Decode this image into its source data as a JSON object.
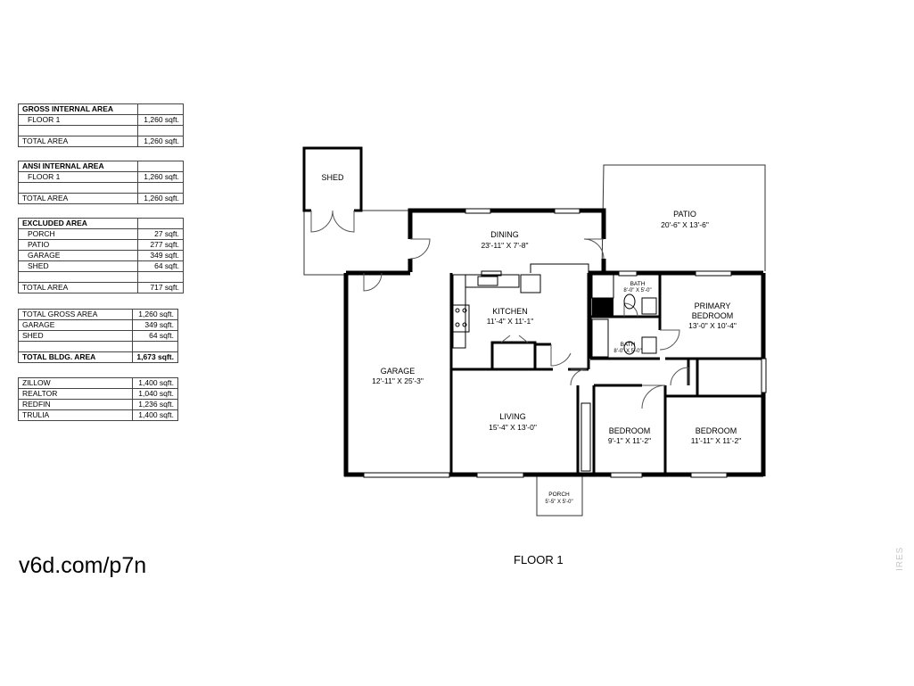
{
  "tables": [
    {
      "rows": [
        {
          "label": "GROSS INTERNAL AREA",
          "value": "",
          "kind": "hdr"
        },
        {
          "label": "FLOOR 1",
          "value": "1,260 sqft.",
          "kind": "sub"
        },
        {
          "label": "",
          "value": "",
          "kind": "blank"
        },
        {
          "label": "TOTAL AREA",
          "value": "1,260 sqft.",
          "kind": "plain"
        }
      ]
    },
    {
      "rows": [
        {
          "label": "ANSI INTERNAL AREA",
          "value": "",
          "kind": "hdr"
        },
        {
          "label": "FLOOR 1",
          "value": "1,260 sqft.",
          "kind": "sub"
        },
        {
          "label": "",
          "value": "",
          "kind": "blank"
        },
        {
          "label": "TOTAL AREA",
          "value": "1,260 sqft.",
          "kind": "plain"
        }
      ]
    },
    {
      "rows": [
        {
          "label": "EXCLUDED AREA",
          "value": "",
          "kind": "hdr"
        },
        {
          "label": "PORCH",
          "value": "27 sqft.",
          "kind": "sub"
        },
        {
          "label": "PATIO",
          "value": "277 sqft.",
          "kind": "sub"
        },
        {
          "label": "GARAGE",
          "value": "349 sqft.",
          "kind": "sub"
        },
        {
          "label": "SHED",
          "value": "64 sqft.",
          "kind": "sub"
        },
        {
          "label": "",
          "value": "",
          "kind": "blank"
        },
        {
          "label": "TOTAL AREA",
          "value": "717 sqft.",
          "kind": "plain"
        }
      ]
    },
    {
      "rows": [
        {
          "label": "TOTAL GROSS AREA",
          "value": "1,260 sqft.",
          "kind": "plain"
        },
        {
          "label": "GARAGE",
          "value": "349 sqft.",
          "kind": "plain"
        },
        {
          "label": "SHED",
          "value": "64 sqft.",
          "kind": "plain"
        },
        {
          "label": "",
          "value": "",
          "kind": "blank"
        },
        {
          "label": "TOTAL BLDG. AREA",
          "value": "1,673 sqft.",
          "kind": "bold"
        }
      ]
    },
    {
      "rows": [
        {
          "label": "ZILLOW",
          "value": "1,400 sqft.",
          "kind": "plain"
        },
        {
          "label": "REALTOR",
          "value": "1,040 sqft.",
          "kind": "plain"
        },
        {
          "label": "REDFIN",
          "value": "1,236 sqft.",
          "kind": "plain"
        },
        {
          "label": "TRULIA",
          "value": "1,400 sqft.",
          "kind": "plain"
        }
      ]
    }
  ],
  "rooms": {
    "shed": {
      "name": "SHED"
    },
    "dining": {
      "name": "DINING",
      "dims": "23'-11\" X 7'-8\""
    },
    "patio": {
      "name": "PATIO",
      "dims": "20'-6\" X 13'-6\""
    },
    "kitchen": {
      "name": "KITCHEN",
      "dims": "11'-4\" X 11'-1\""
    },
    "bath1": {
      "name": "BATH",
      "dims": "8'-0\" X 5'-0\""
    },
    "primary": {
      "name1": "PRIMARY",
      "name2": "BEDROOM",
      "dims": "13'-0\" X 10'-4\""
    },
    "bath2": {
      "name": "BATH",
      "dims": "8'-0\" X 5'-0\""
    },
    "garage": {
      "name": "GARAGE",
      "dims": "12'-11\" X 25'-3\""
    },
    "living": {
      "name": "LIVING",
      "dims": "15'-4\" X 13'-0\""
    },
    "bedroom1": {
      "name": "BEDROOM",
      "dims": "9'-1\" X 11'-2\""
    },
    "bedroom2": {
      "name": "BEDROOM",
      "dims": "11'-11\" X 11'-2\""
    },
    "porch": {
      "name": "PORCH",
      "dims": "5'-5\" X 5'-0\""
    }
  },
  "floor_label": "FLOOR 1",
  "link_text": "v6d.com/p7n",
  "watermark": "IRES"
}
